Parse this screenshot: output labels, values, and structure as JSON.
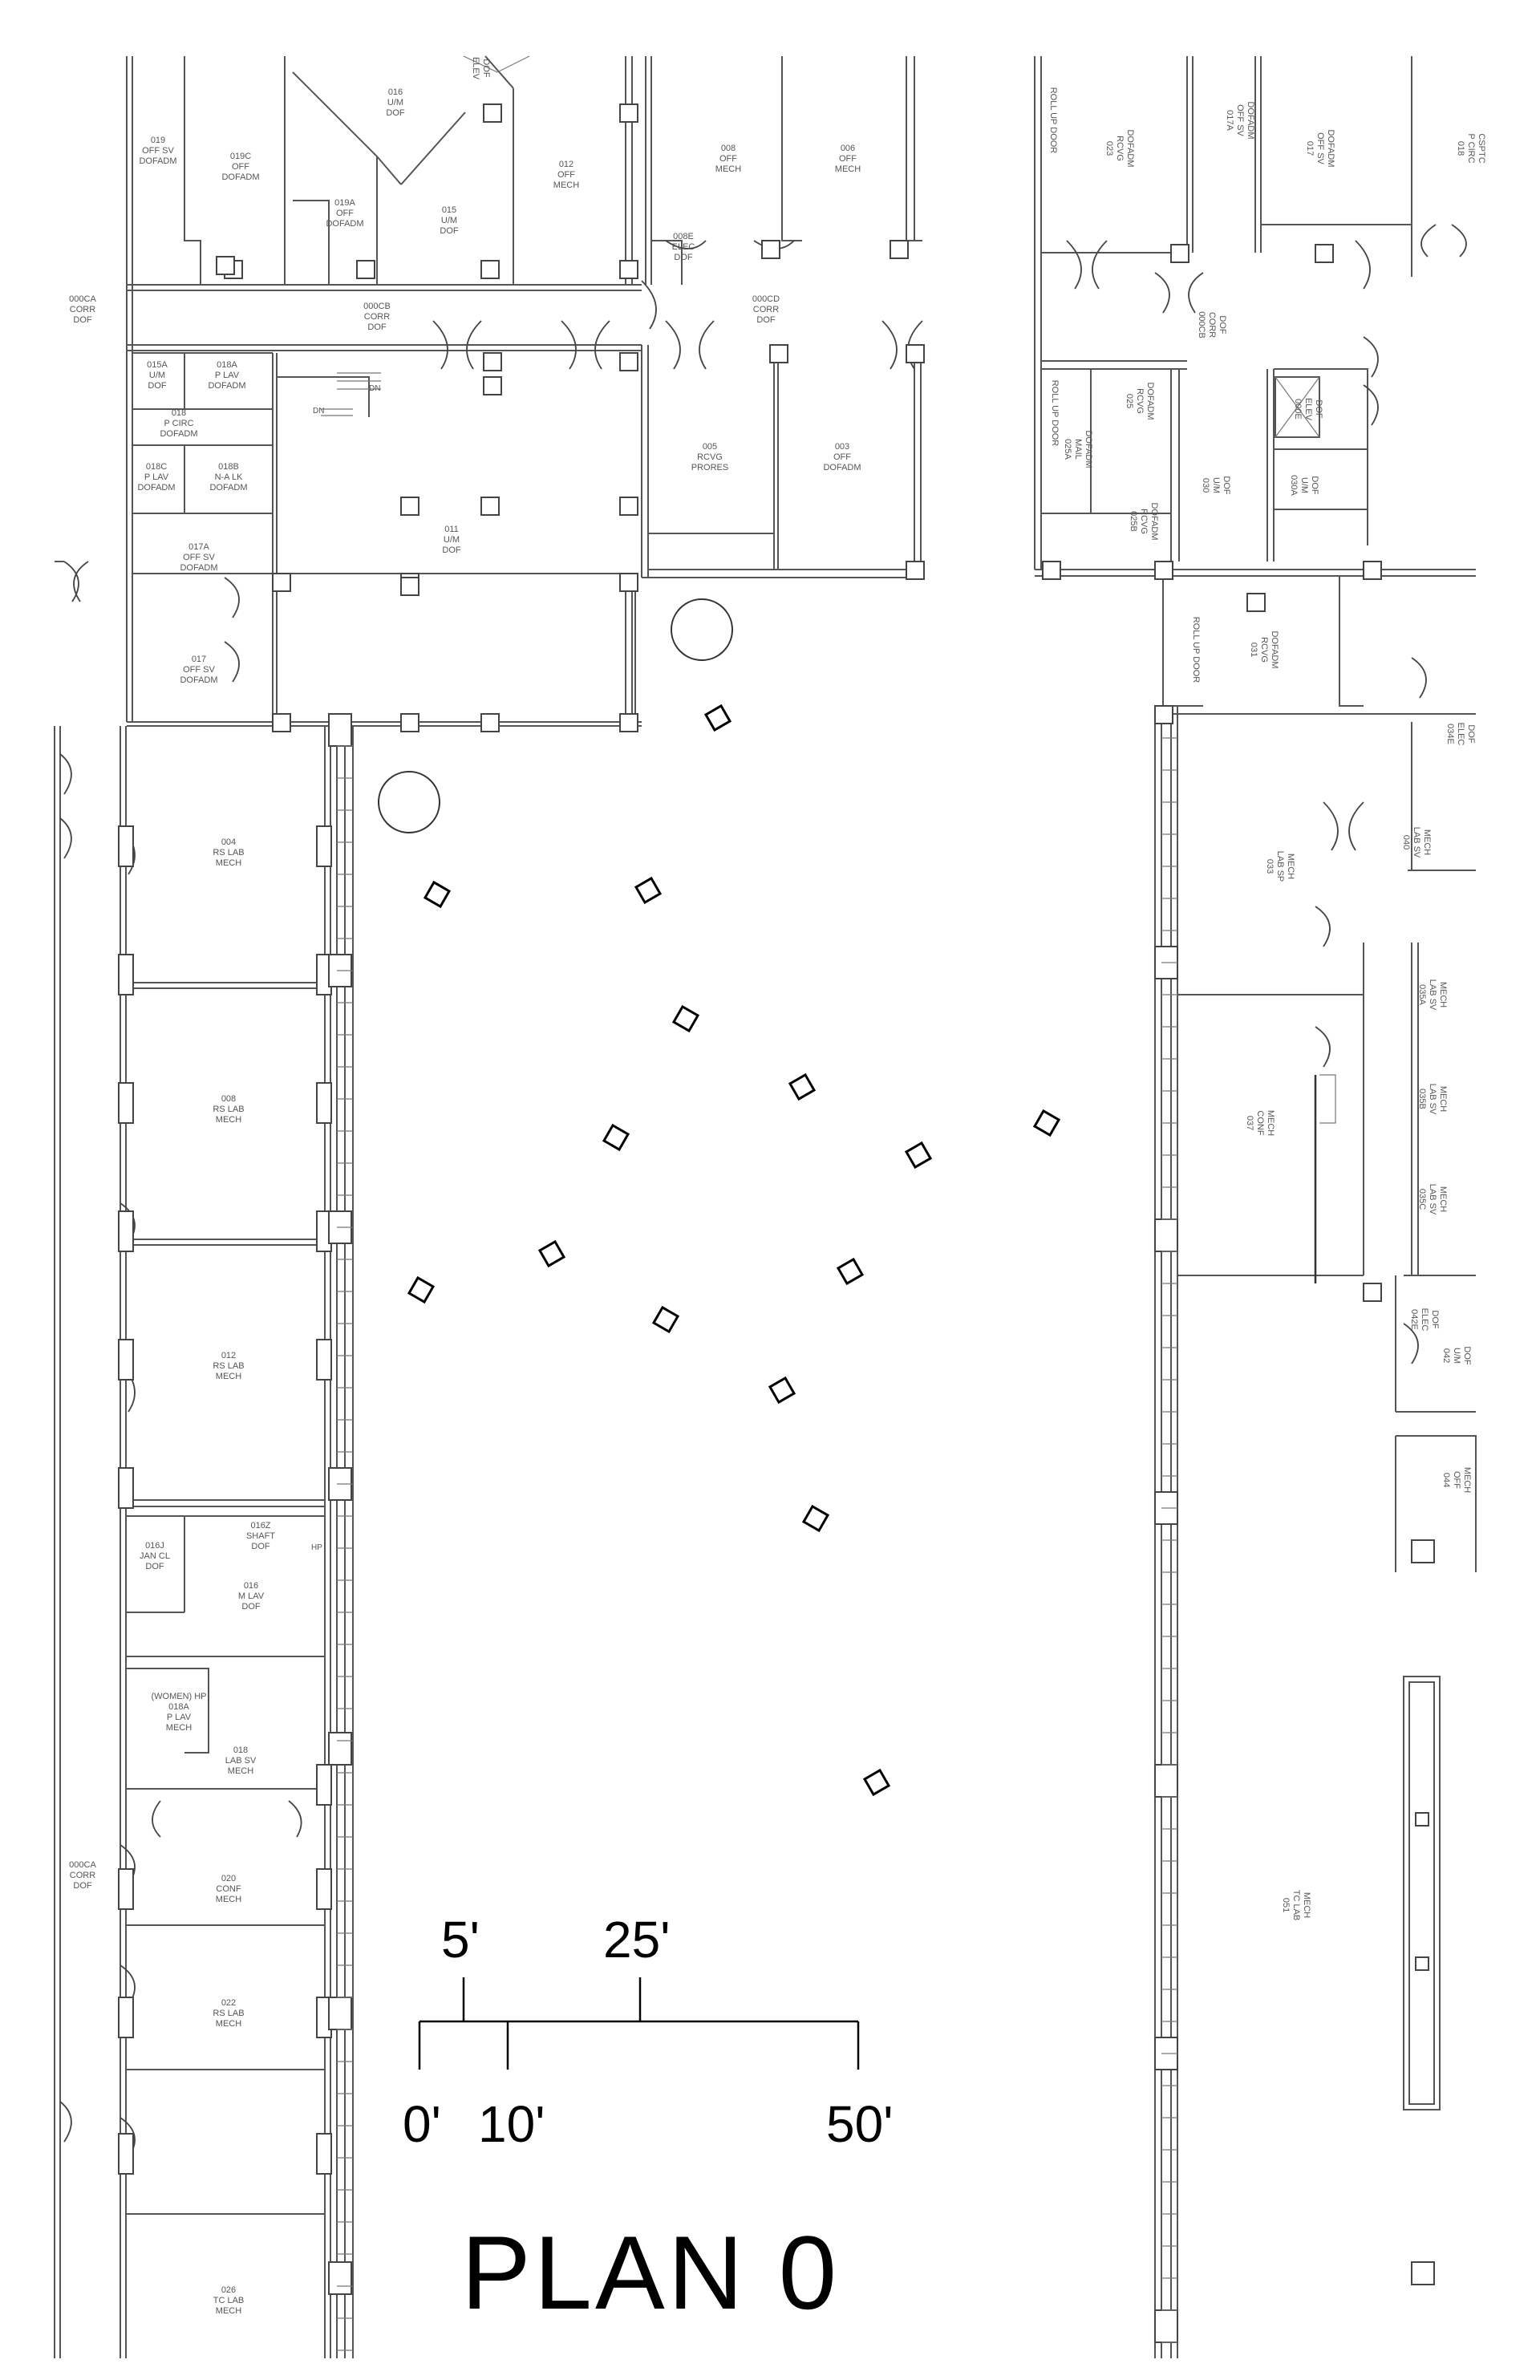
{
  "title": "PLAN 0",
  "scale_bar": {
    "top_labels": [
      "5'",
      "25'"
    ],
    "bottom_labels": [
      "0'",
      "10'",
      "50'"
    ]
  },
  "rooms": [
    {
      "id": "r-016u",
      "lines": [
        "016",
        "U/M",
        "DOF"
      ]
    },
    {
      "id": "r-019",
      "lines": [
        "019",
        "OFF SV",
        "DOFADM"
      ]
    },
    {
      "id": "r-019c",
      "lines": [
        "019C",
        "OFF",
        "DOFADM"
      ]
    },
    {
      "id": "r-019a",
      "lines": [
        "019A",
        "OFF",
        "DOFADM"
      ]
    },
    {
      "id": "r-015",
      "lines": [
        "015",
        "U/M",
        "DOF"
      ]
    },
    {
      "id": "r-012off",
      "lines": [
        "012",
        "OFF",
        "MECH"
      ]
    },
    {
      "id": "r-008off",
      "lines": [
        "008",
        "OFF",
        "MECH"
      ]
    },
    {
      "id": "r-006off",
      "lines": [
        "006",
        "OFF",
        "MECH"
      ]
    },
    {
      "id": "r-008e",
      "lines": [
        "008E",
        "ELEC",
        "DOF"
      ]
    },
    {
      "id": "r-000ca-top",
      "lines": [
        "000CA",
        "CORR",
        "DOF"
      ]
    },
    {
      "id": "r-000cb",
      "lines": [
        "000CB",
        "CORR",
        "DOF"
      ]
    },
    {
      "id": "r-000cd",
      "lines": [
        "000CD",
        "CORR",
        "DOF"
      ]
    },
    {
      "id": "r-015a",
      "lines": [
        "015A",
        "U/M",
        "DOF"
      ]
    },
    {
      "id": "r-018a-top",
      "lines": [
        "018A",
        "P LAV",
        "DOFADM"
      ]
    },
    {
      "id": "r-018-circ",
      "lines": [
        "018",
        "P CIRC",
        "DOFADM"
      ]
    },
    {
      "id": "r-018c",
      "lines": [
        "018C",
        "P LAV",
        "DOFADM"
      ]
    },
    {
      "id": "r-018b",
      "lines": [
        "018B",
        "N-A LK",
        "DOFADM"
      ]
    },
    {
      "id": "r-005",
      "lines": [
        "005",
        "RCVG",
        "PRORES"
      ]
    },
    {
      "id": "r-003",
      "lines": [
        "003",
        "OFF",
        "DOFADM"
      ]
    },
    {
      "id": "r-011",
      "lines": [
        "011",
        "U/M",
        "DOF"
      ]
    },
    {
      "id": "r-017a",
      "lines": [
        "017A",
        "OFF SV",
        "DOFADM"
      ]
    },
    {
      "id": "r-017",
      "lines": [
        "017",
        "OFF SV",
        "DOFADM"
      ]
    },
    {
      "id": "r-004",
      "lines": [
        "004",
        "RS LAB",
        "MECH"
      ]
    },
    {
      "id": "r-008rs",
      "lines": [
        "008",
        "RS LAB",
        "MECH"
      ]
    },
    {
      "id": "r-012rs",
      "lines": [
        "012",
        "RS LAB",
        "MECH"
      ]
    },
    {
      "id": "r-016z",
      "lines": [
        "016Z",
        "SHAFT",
        "DOF"
      ]
    },
    {
      "id": "r-016j",
      "lines": [
        "016J",
        "JAN CL",
        "DOF"
      ]
    },
    {
      "id": "r-016m",
      "lines": [
        "016",
        "M LAV",
        "DOF"
      ]
    },
    {
      "id": "r-018a-women",
      "lines": [
        "(WOMEN) HP",
        "018A",
        "P LAV",
        "MECH"
      ]
    },
    {
      "id": "r-018lab",
      "lines": [
        "018",
        "LAB SV",
        "MECH"
      ]
    },
    {
      "id": "r-020",
      "lines": [
        "020",
        "CONF",
        "MECH"
      ]
    },
    {
      "id": "r-022",
      "lines": [
        "022",
        "RS LAB",
        "MECH"
      ]
    },
    {
      "id": "r-026",
      "lines": [
        "026",
        "TC LAB",
        "MECH"
      ]
    },
    {
      "id": "r-000ca-mid",
      "lines": [
        "000CA",
        "CORR",
        "DOF"
      ]
    }
  ],
  "rotated_labels": [
    {
      "id": "v-023",
      "lines": [
        "023",
        "RCVG",
        "DOFADM"
      ]
    },
    {
      "id": "v-017a",
      "lines": [
        "017A",
        "OFF SV",
        "DOFADM"
      ]
    },
    {
      "id": "v-017",
      "lines": [
        "017",
        "OFF SV",
        "DOFADM"
      ]
    },
    {
      "id": "v-018",
      "lines": [
        "018",
        "P CIRC",
        "CSPTC"
      ]
    },
    {
      "id": "v-rollup1",
      "lines": [
        "ROLL UP DOOR"
      ]
    },
    {
      "id": "v-000cb",
      "lines": [
        "000CB",
        "CORR",
        "DOF"
      ]
    },
    {
      "id": "v-rollup2",
      "lines": [
        "ROLL UP DOOR"
      ]
    },
    {
      "id": "v-025",
      "lines": [
        "025",
        "RCVG",
        "DOFADM"
      ]
    },
    {
      "id": "v-025a",
      "lines": [
        "025A",
        "MAIL",
        "DOFADM"
      ]
    },
    {
      "id": "v-025b",
      "lines": [
        "025B",
        "RCVG",
        "DOFADM"
      ]
    },
    {
      "id": "v-030",
      "lines": [
        "030",
        "U/M",
        "DOF"
      ]
    },
    {
      "id": "v-030a",
      "lines": [
        "030A",
        "U/M",
        "DOF"
      ]
    },
    {
      "id": "v-000e",
      "lines": [
        "000E",
        "ELEV",
        "DOF"
      ]
    },
    {
      "id": "v-rollup3",
      "lines": [
        "ROLL UP DOOR"
      ]
    },
    {
      "id": "v-031",
      "lines": [
        "031",
        "RCVG",
        "DOFADM"
      ]
    },
    {
      "id": "v-034e",
      "lines": [
        "034E",
        "ELEC",
        "DOF"
      ]
    },
    {
      "id": "v-033",
      "lines": [
        "033",
        "LAB SP",
        "MECH"
      ]
    },
    {
      "id": "v-040",
      "lines": [
        "040",
        "LAB SV",
        "MECH"
      ]
    },
    {
      "id": "v-035a",
      "lines": [
        "035A",
        "LAB SV",
        "MECH"
      ]
    },
    {
      "id": "v-035b",
      "lines": [
        "035B",
        "LAB SV",
        "MECH"
      ]
    },
    {
      "id": "v-035c",
      "lines": [
        "035C",
        "LAB SV",
        "MECH"
      ]
    },
    {
      "id": "v-037",
      "lines": [
        "037",
        "CONF",
        "MECH"
      ]
    },
    {
      "id": "v-042e",
      "lines": [
        "042E",
        "ELEC",
        "DOF"
      ]
    },
    {
      "id": "v-042",
      "lines": [
        "042",
        "U/M",
        "DOF"
      ]
    },
    {
      "id": "v-044",
      "lines": [
        "044",
        "OFF",
        "MECH"
      ]
    },
    {
      "id": "v-051",
      "lines": [
        "051",
        "TC LAB",
        "MECH"
      ]
    },
    {
      "id": "v-elev-top",
      "lines": [
        "ELEV",
        "DOF"
      ]
    }
  ],
  "small_labels": [
    {
      "id": "s-dn1",
      "text": "DN"
    },
    {
      "id": "s-dn2",
      "text": "DN"
    },
    {
      "id": "s-hp",
      "text": "HP"
    }
  ]
}
